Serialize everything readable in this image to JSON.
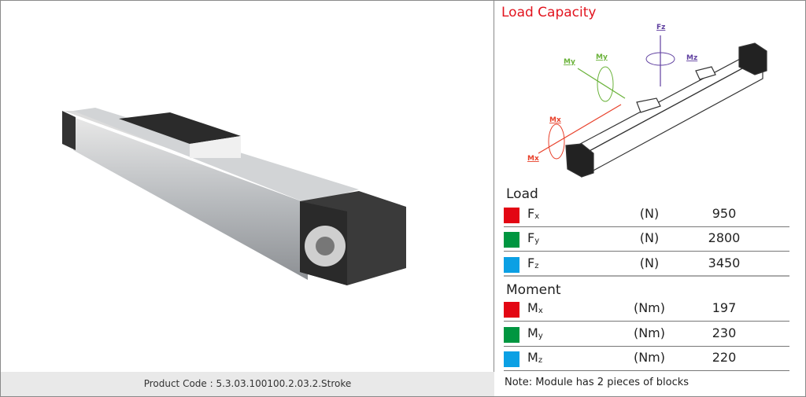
{
  "footer": {
    "product_code": "Product Code : 5.3.03.100100.2.03.2.Stroke"
  },
  "load_capacity": {
    "title": "Load Capacity",
    "diagram_labels": {
      "fz": "Fz",
      "mz": "Mz",
      "my1": "My",
      "my2": "My",
      "mx1": "Mx",
      "mx2": "Mx"
    },
    "load_heading": "Load",
    "loads": [
      {
        "sym": "F",
        "sub": "x",
        "unit": "(N)",
        "value": "950",
        "color": "#e30613"
      },
      {
        "sym": "F",
        "sub": "y",
        "unit": "(N)",
        "value": "2800",
        "color": "#009640"
      },
      {
        "sym": "F",
        "sub": "z",
        "unit": "(N)",
        "value": "3450",
        "color": "#0ba0e4"
      }
    ],
    "moment_heading": "Moment",
    "moments": [
      {
        "sym": "M",
        "sub": "x",
        "unit": "(Nm)",
        "value": "197",
        "color": "#e30613"
      },
      {
        "sym": "M",
        "sub": "y",
        "unit": "(Nm)",
        "value": "230",
        "color": "#009640"
      },
      {
        "sym": "M",
        "sub": "z",
        "unit": "(Nm)",
        "value": "220",
        "color": "#0ba0e4"
      }
    ],
    "note": "Note: Module has 2 pieces of blocks"
  }
}
